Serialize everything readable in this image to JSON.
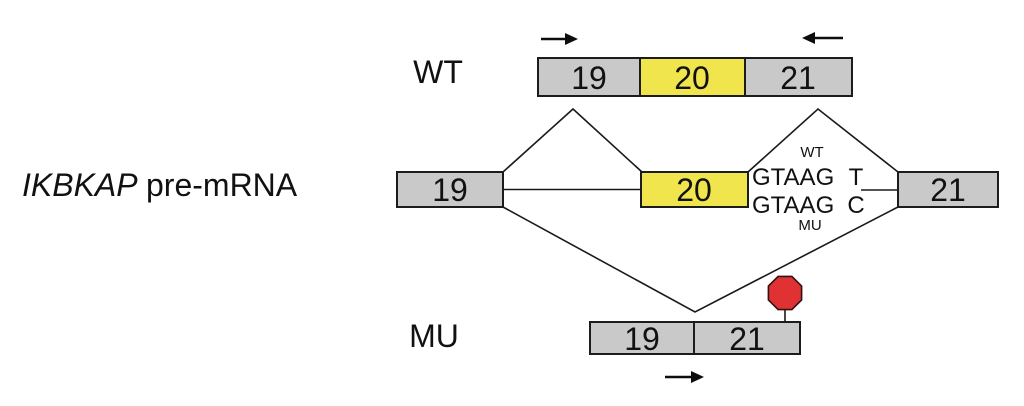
{
  "figure": {
    "gene_label": "IKBKAP",
    "gene_label_suffix": "pre-mRNA"
  },
  "rows": {
    "wt_mrna": {
      "label": "WT",
      "exons": [
        {
          "label": "19"
        },
        {
          "label": "20"
        },
        {
          "label": "21"
        }
      ]
    },
    "pre_mrna": {
      "exons": [
        {
          "label": "19"
        },
        {
          "label": "20"
        },
        {
          "label": "21"
        }
      ]
    },
    "mu_mrna": {
      "label": "MU",
      "exons": [
        {
          "label": "19"
        },
        {
          "label": "21"
        }
      ]
    }
  },
  "sequence": {
    "wt_tag": "WT",
    "wt_seq": "GTAAG",
    "wt_base": "T",
    "mu_seq": "GTAAG",
    "mu_base": "C",
    "mu_tag": "MU"
  },
  "colors": {
    "exon_gray": "#c9c9c9",
    "exon_yellow": "#f0e54d",
    "stop_red": "#e03233",
    "mutant_base_red": "#c9494f"
  }
}
